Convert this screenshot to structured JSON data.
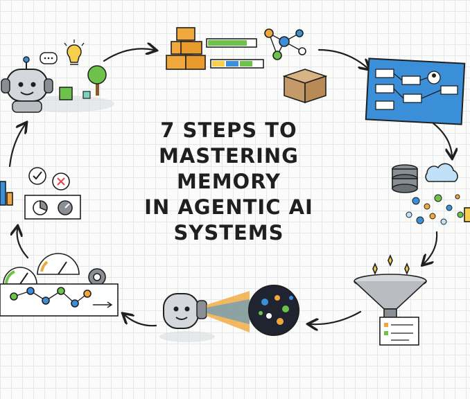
{
  "title": {
    "lines": [
      "7 STEPS TO",
      "MASTERING MEMORY",
      "IN AGENTIC AI",
      "SYSTEMS"
    ]
  },
  "colors": {
    "ink": "#1f1f1f",
    "orange": "#f0a83c",
    "green": "#6cc24a",
    "blue": "#3a8fd8",
    "gray": "#8a8f96"
  },
  "steps": [
    {
      "icon": "robot-thinking-icon"
    },
    {
      "icon": "memory-blocks-icon"
    },
    {
      "icon": "workflow-diagram-icon"
    },
    {
      "icon": "data-sources-icon"
    },
    {
      "icon": "filter-funnel-icon"
    },
    {
      "icon": "robot-retrieval-icon"
    },
    {
      "icon": "evaluation-gauges-icon"
    },
    {
      "icon": "feedback-checks-icon"
    }
  ]
}
